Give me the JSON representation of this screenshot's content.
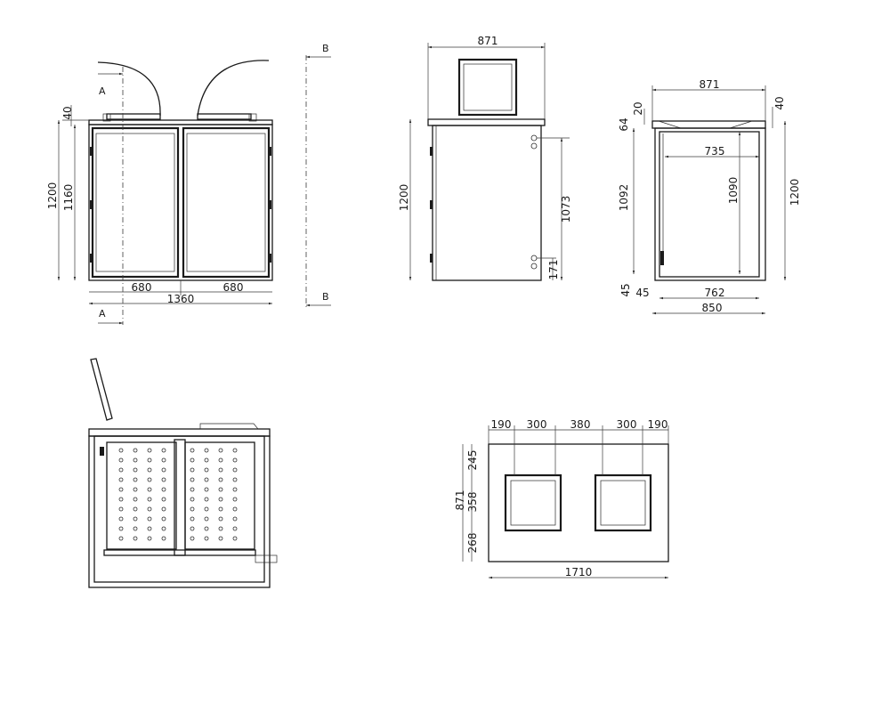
{
  "views": {
    "front": {
      "section_a": "A",
      "section_b": "B",
      "dims": {
        "top_40": "40",
        "h_1200": "1200",
        "h_1160": "1160",
        "w_left": "680",
        "w_right": "680",
        "w_total": "1360"
      }
    },
    "side": {
      "dims": {
        "w_871": "871",
        "h_1200": "1200",
        "h_1073": "1073",
        "h_171": "171"
      }
    },
    "section": {
      "dims": {
        "w_871": "871",
        "top_40": "40",
        "top_20": "20",
        "top_64": "64",
        "w_735": "735",
        "h_1092": "1092",
        "h_1090": "1090",
        "h_1200": "1200",
        "bot_45a": "45",
        "bot_45b": "45",
        "w_762": "762",
        "w_850": "850"
      }
    },
    "plan": {
      "dims": {
        "c190a": "190",
        "c300a": "300",
        "c380": "380",
        "c300b": "300",
        "c190b": "190",
        "r245": "245",
        "r871": "871",
        "r358": "358",
        "r268": "268",
        "w_1710": "1710"
      }
    }
  }
}
